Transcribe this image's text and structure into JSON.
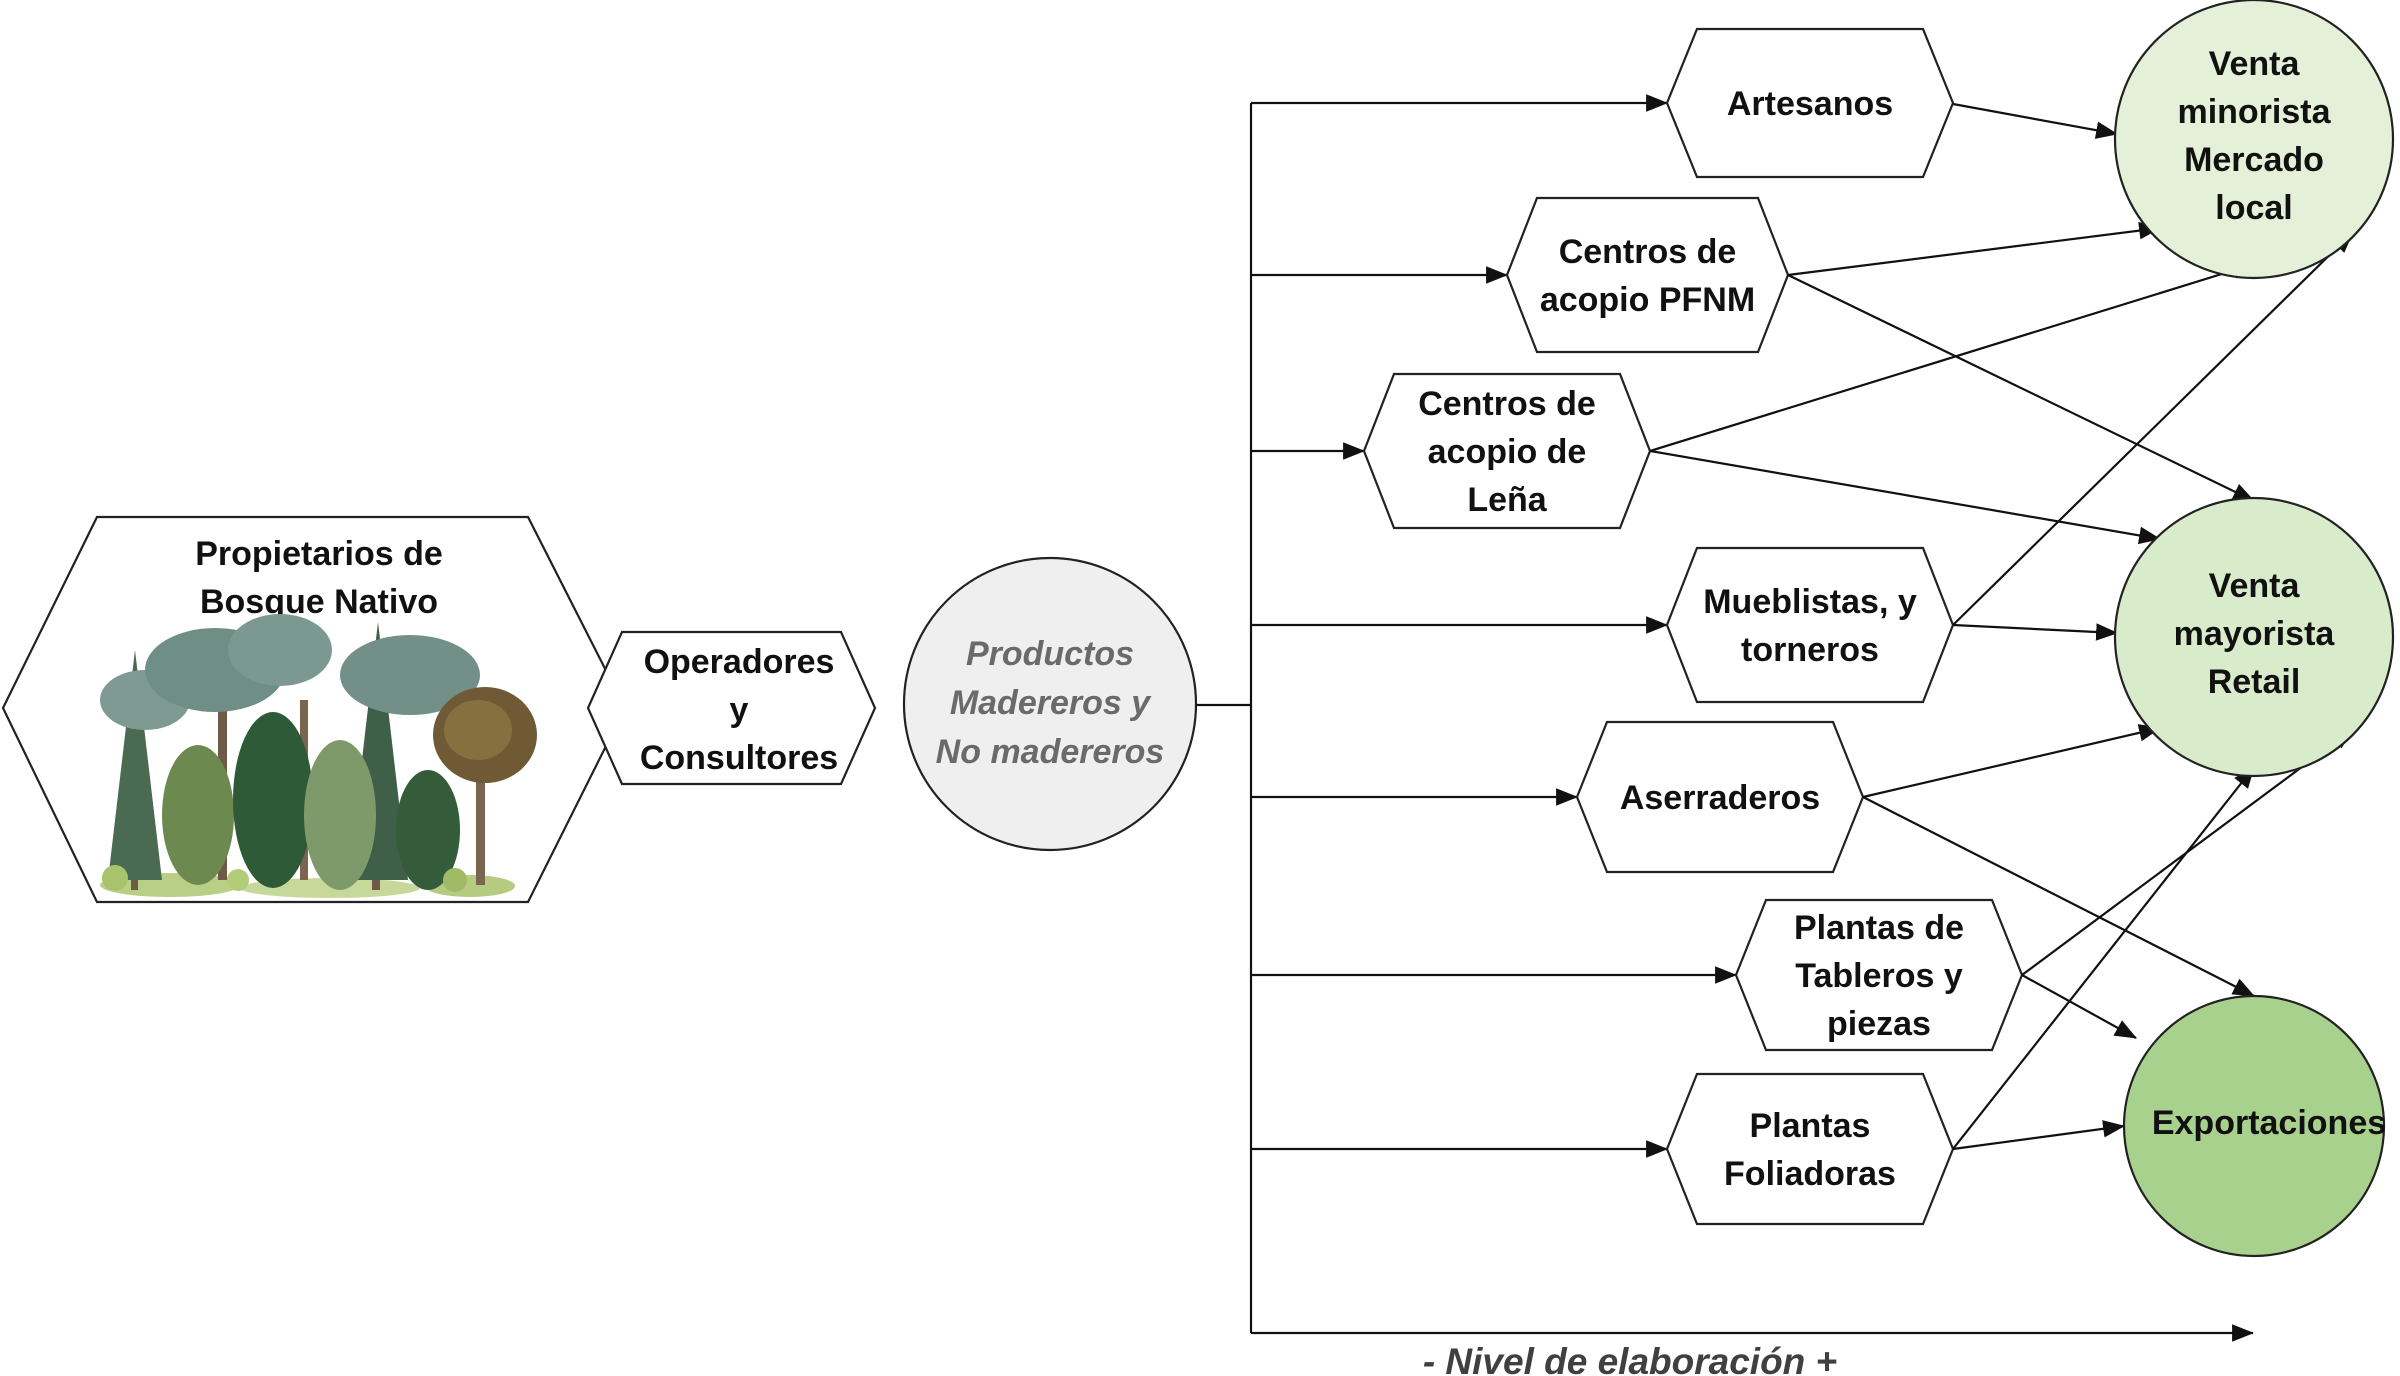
{
  "source": {
    "lines": [
      "Propietarios de",
      "Bosque Nativo"
    ]
  },
  "operators": {
    "lines": [
      "Operadores",
      "y",
      "Consultores"
    ]
  },
  "products": {
    "lines": [
      "Productos",
      "Madereros y",
      "No madereros"
    ]
  },
  "processors": [
    {
      "id": "artesanos",
      "lines": [
        "Artesanos"
      ]
    },
    {
      "id": "pfnm",
      "lines": [
        "Centros de",
        "acopio PFNM"
      ]
    },
    {
      "id": "lena",
      "lines": [
        "Centros de",
        "acopio de",
        "Leña"
      ]
    },
    {
      "id": "mueblistas",
      "lines": [
        "Mueblistas, y",
        "torneros"
      ]
    },
    {
      "id": "aserraderos",
      "lines": [
        "Aserraderos"
      ]
    },
    {
      "id": "tableros",
      "lines": [
        "Plantas de",
        "Tableros y",
        "piezas"
      ]
    },
    {
      "id": "foliadoras",
      "lines": [
        "Plantas",
        "Foliadoras"
      ]
    }
  ],
  "markets": [
    {
      "id": "minorista",
      "lines": [
        "Venta",
        "minorista",
        "Mercado",
        "local"
      ],
      "color": "#e4f0d8"
    },
    {
      "id": "mayorista",
      "lines": [
        "Venta",
        "mayorista",
        "Retail"
      ],
      "color": "#d8ebca"
    },
    {
      "id": "export",
      "lines": [
        "Exportaciones"
      ],
      "color": "#a9d18e"
    }
  ],
  "links": [
    [
      "artesanos",
      "minorista"
    ],
    [
      "pfnm",
      "minorista"
    ],
    [
      "pfnm",
      "mayorista"
    ],
    [
      "lena",
      "minorista"
    ],
    [
      "lena",
      "mayorista"
    ],
    [
      "mueblistas",
      "minorista"
    ],
    [
      "mueblistas",
      "mayorista"
    ],
    [
      "aserraderos",
      "mayorista"
    ],
    [
      "aserraderos",
      "export"
    ],
    [
      "tableros",
      "mayorista"
    ],
    [
      "tableros",
      "export"
    ],
    [
      "foliadoras",
      "mayorista"
    ],
    [
      "foliadoras",
      "export"
    ]
  ],
  "axis_label": "- Nivel de elaboración +",
  "colors": {
    "products_fill": "#efefef",
    "stroke": "#222222"
  },
  "icons": {
    "forest": "forest-illustration"
  }
}
